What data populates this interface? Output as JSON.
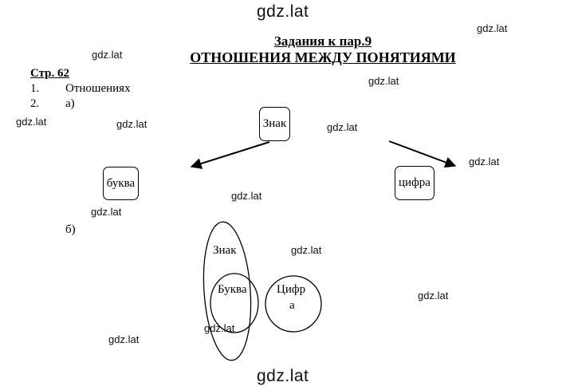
{
  "watermark": "gdz.lat",
  "title": {
    "line1": "Задания к пар.9",
    "line2": "ОТНОШЕНИЯ МЕЖДУ ПОНЯТИЯМИ"
  },
  "page_ref": "Стр. 62",
  "items": [
    {
      "num": "1.",
      "text": "Отношениях"
    },
    {
      "num": "2.",
      "text": "а)"
    }
  ],
  "part_b_label": "б)",
  "tree": {
    "root": "Знак",
    "left_child": "буква",
    "right_child": "цифра"
  },
  "euler": {
    "outer": "Знак",
    "inner": "Буква",
    "separate_line1": "Цифр",
    "separate_line2": "а"
  }
}
